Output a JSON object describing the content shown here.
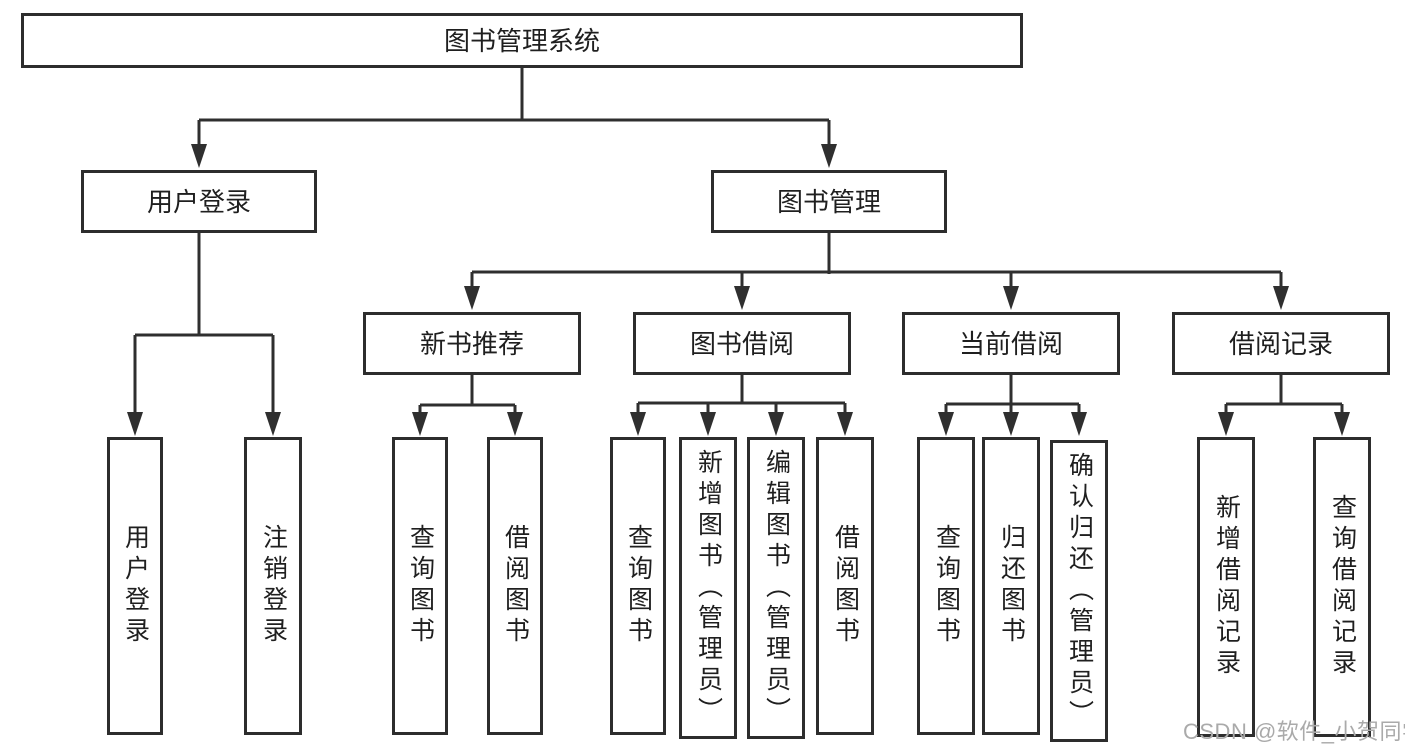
{
  "tree": {
    "root": {
      "label": "图书管理系统",
      "children": [
        {
          "label": "用户登录",
          "children": [
            {
              "label": "用户登录"
            },
            {
              "label": "注销登录"
            }
          ]
        },
        {
          "label": "图书管理",
          "children": [
            {
              "label": "新书推荐",
              "children": [
                {
                  "label": "查询图书"
                },
                {
                  "label": "借阅图书"
                }
              ]
            },
            {
              "label": "图书借阅",
              "children": [
                {
                  "label": "查询图书"
                },
                {
                  "label": "新增图书（管理员）"
                },
                {
                  "label": "编辑图书（管理员）"
                },
                {
                  "label": "借阅图书"
                }
              ]
            },
            {
              "label": "当前借阅",
              "children": [
                {
                  "label": "查询图书"
                },
                {
                  "label": "归还图书"
                },
                {
                  "label": "确认归还（管理员）"
                }
              ]
            },
            {
              "label": "借阅记录",
              "children": [
                {
                  "label": "新增借阅记录"
                },
                {
                  "label": "查询借阅记录"
                }
              ]
            }
          ]
        }
      ]
    }
  },
  "watermark": {
    "text": "CSDN @软件_小贺同学"
  },
  "colors": {
    "line": "#2f2f2f",
    "box_border": "#2d2d2d",
    "text": "#1f1f1f",
    "watermark": "#aaaaaa",
    "background": "#ffffff"
  }
}
